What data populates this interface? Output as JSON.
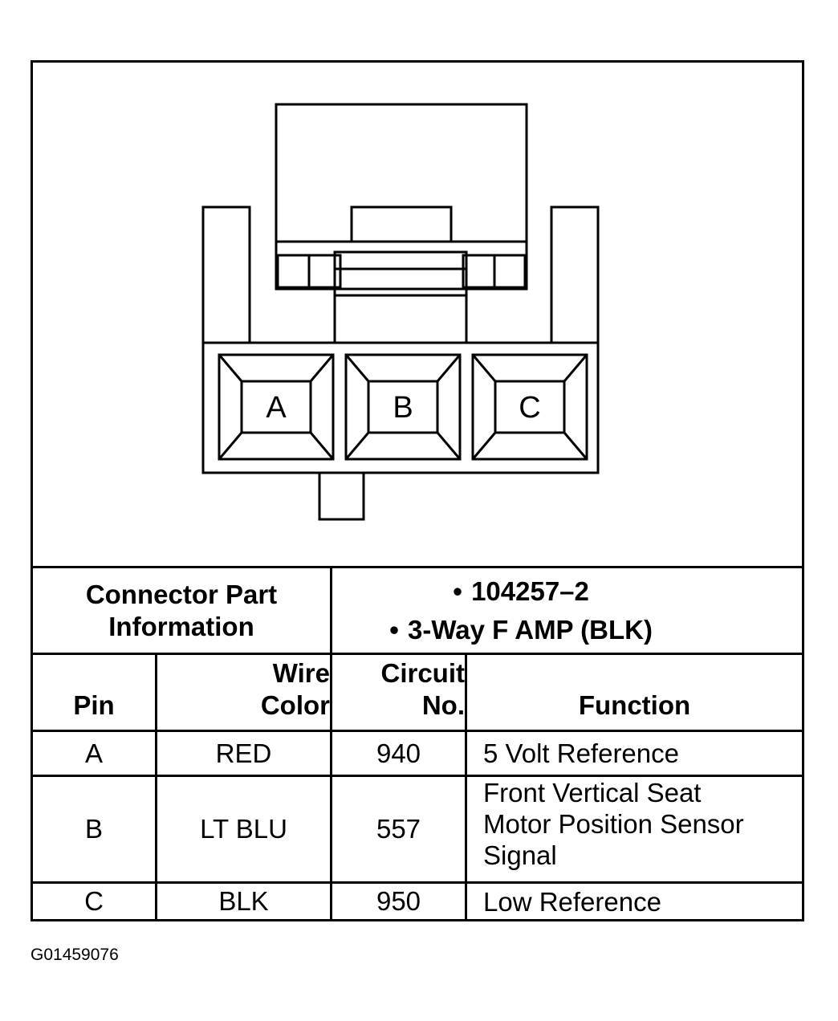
{
  "connector": {
    "pins": [
      {
        "label": "A"
      },
      {
        "label": "B"
      },
      {
        "label": "C"
      }
    ]
  },
  "part_info": {
    "label_line1": "Connector Part",
    "label_line2": "Information",
    "items": [
      "104257–2",
      "3-Way F AMP (BLK)"
    ]
  },
  "table": {
    "headers": {
      "pin": "Pin",
      "wire_line1": "Wire",
      "wire_line2": "Color",
      "circuit_line1": "Circuit",
      "circuit_line2": "No.",
      "function": "Function"
    },
    "rows": [
      {
        "pin": "A",
        "color": "RED",
        "circuit": "940",
        "function": [
          "5 Volt Reference"
        ]
      },
      {
        "pin": "B",
        "color": "LT BLU",
        "circuit": "557",
        "function": [
          "Front Vertical Seat",
          "Motor Position Sensor",
          "Signal"
        ]
      },
      {
        "pin": "C",
        "color": "BLK",
        "circuit": "950",
        "function": [
          "Low Reference"
        ]
      }
    ]
  },
  "figure_id": "G01459076"
}
